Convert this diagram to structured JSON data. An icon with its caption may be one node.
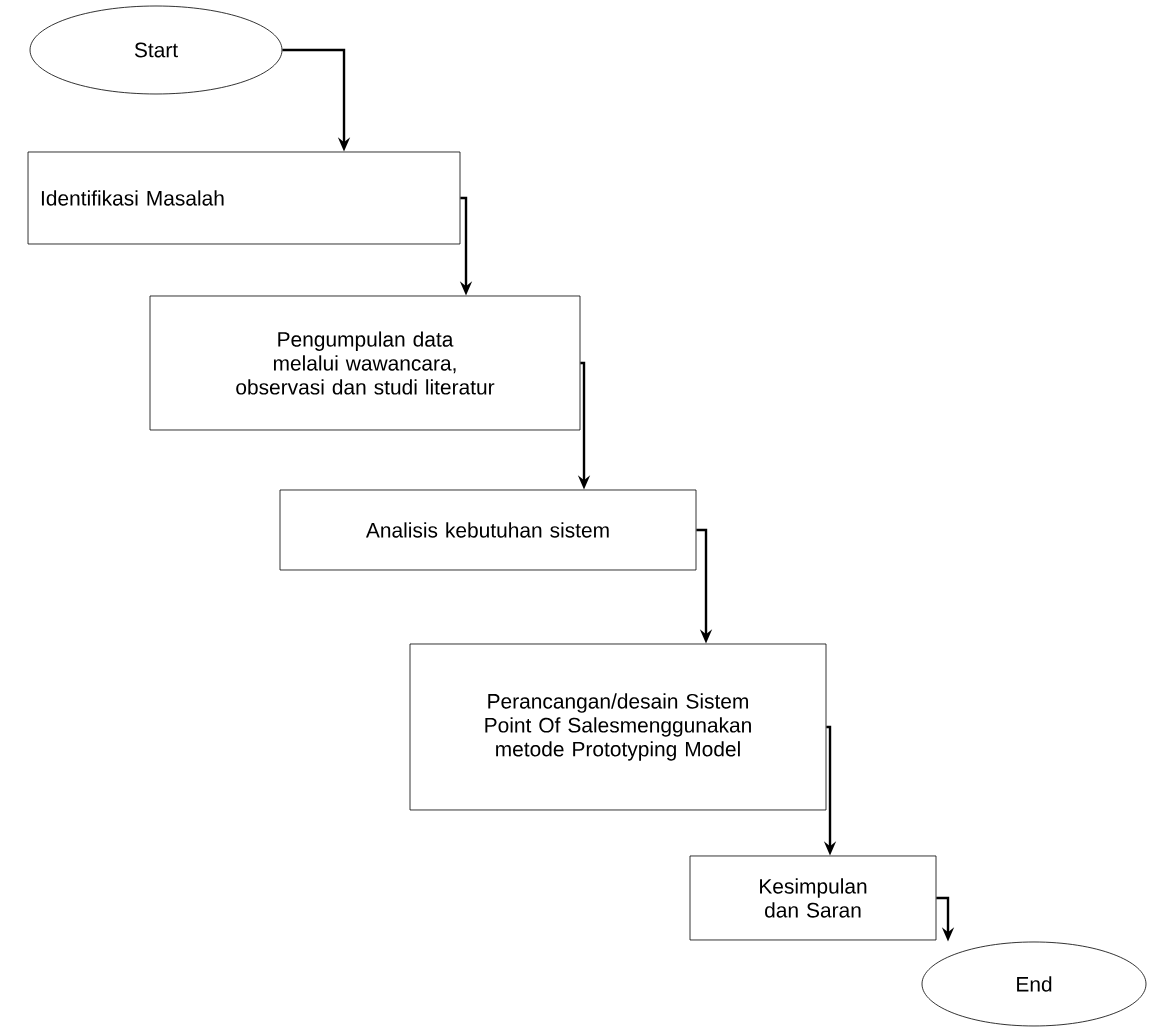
{
  "diagram": {
    "nodes": [
      {
        "text": [
          "Start"
        ]
      },
      {
        "text": [
          "Identifikasi Masalah"
        ]
      },
      {
        "text": [
          "Pengumpulan data melalui wawancara, observasi dan studi literatur"
        ]
      },
      {
        "text": [
          "Analisis kebutuhan sistem"
        ]
      },
      {
        "text": [
          "Perancangan/desain Sistem Point Of Salesmenggunakan metode Prototyping Model"
        ]
      },
      {
        "text": [
          "Kesimpulan dan Saran"
        ]
      },
      {
        "text": [
          "End"
        ]
      }
    ],
    "edges": [
      {
        "from": 0,
        "to": 1,
        "arrow": "to"
      },
      {
        "from": 1,
        "to": 2,
        "arrow": "to"
      },
      {
        "from": 2,
        "to": 3,
        "arrow": "to"
      },
      {
        "from": 3,
        "to": 4,
        "arrow": "to"
      },
      {
        "from": 4,
        "to": 5,
        "arrow": "to"
      },
      {
        "from": 5,
        "to": 6,
        "arrow": "to"
      }
    ]
  }
}
